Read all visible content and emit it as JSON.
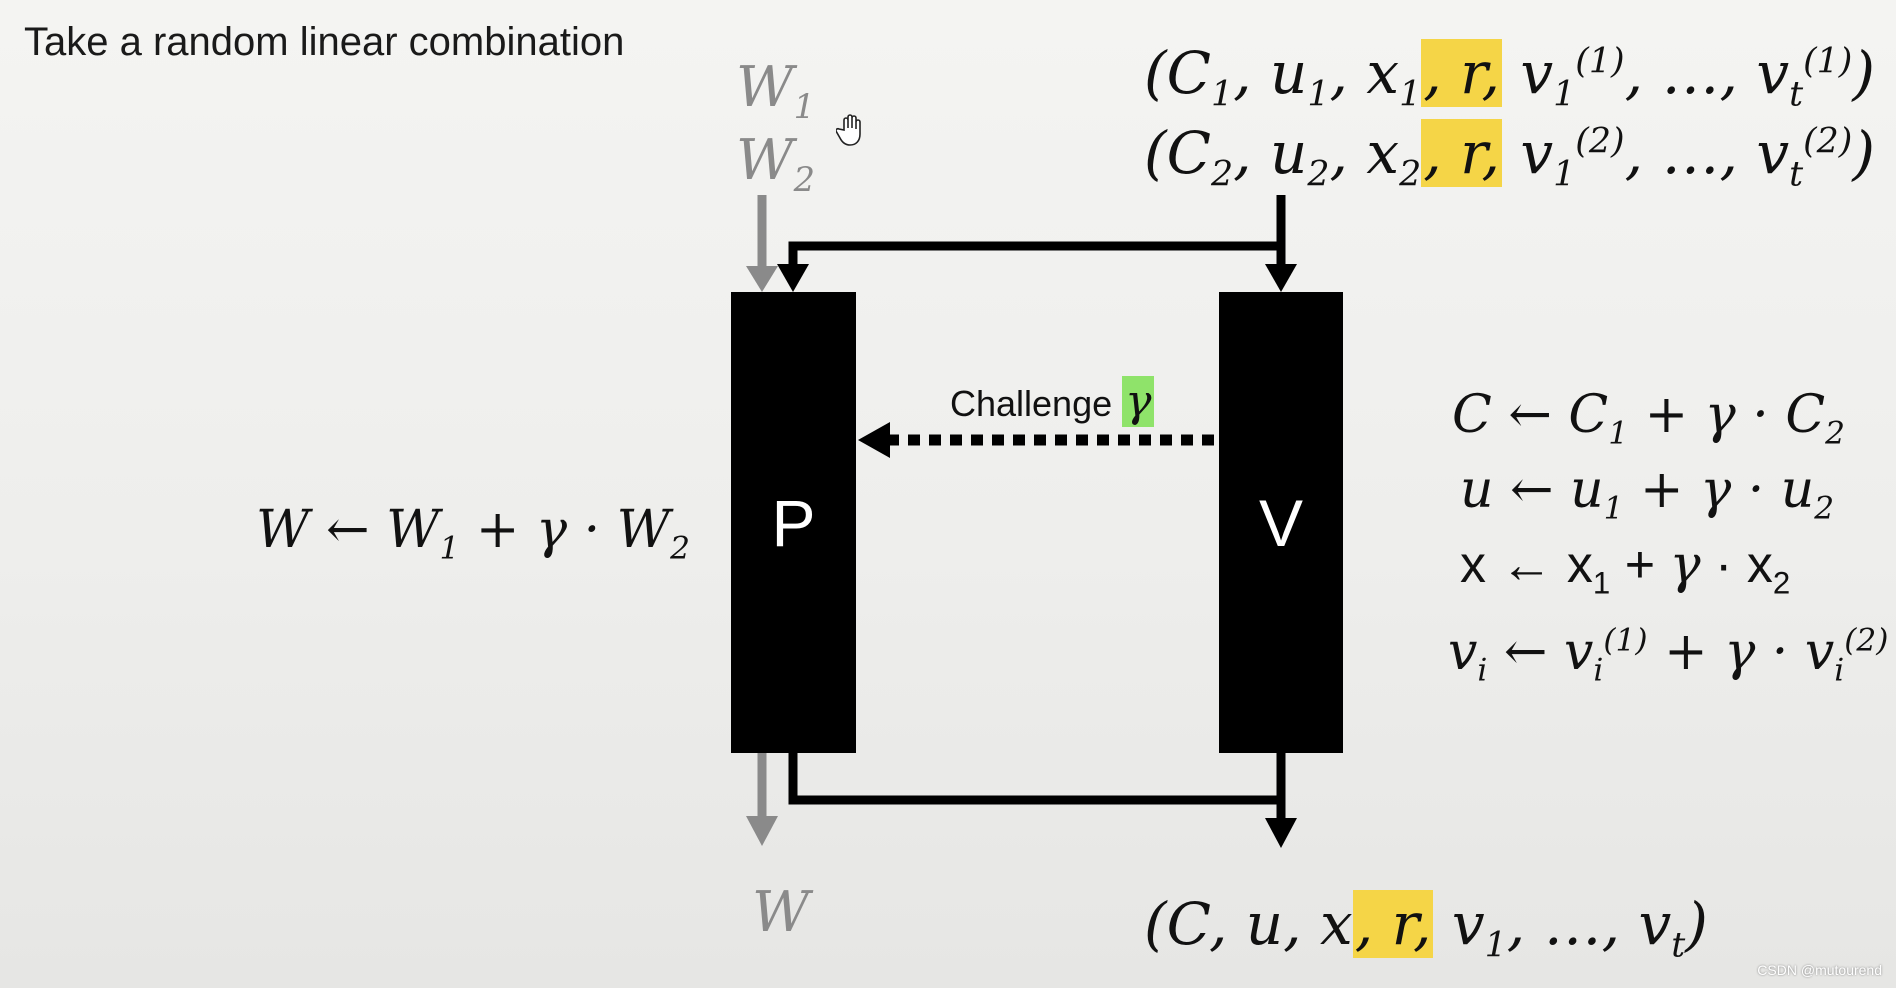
{
  "title": "Take a random linear combination",
  "prover_label": "P",
  "verifier_label": "V",
  "challenge_label": "Challenge",
  "challenge_symbol": "γ",
  "watermark": "CSDN @mutourend",
  "inputs": {
    "w1": "W",
    "w1_sub": "1",
    "w2": "W",
    "w2_sub": "2"
  },
  "output_w": "W",
  "colors": {
    "yellow_highlight": "#f5d547",
    "green_highlight": "#8fe36a",
    "gray_arrow": "#8a8a8a"
  }
}
